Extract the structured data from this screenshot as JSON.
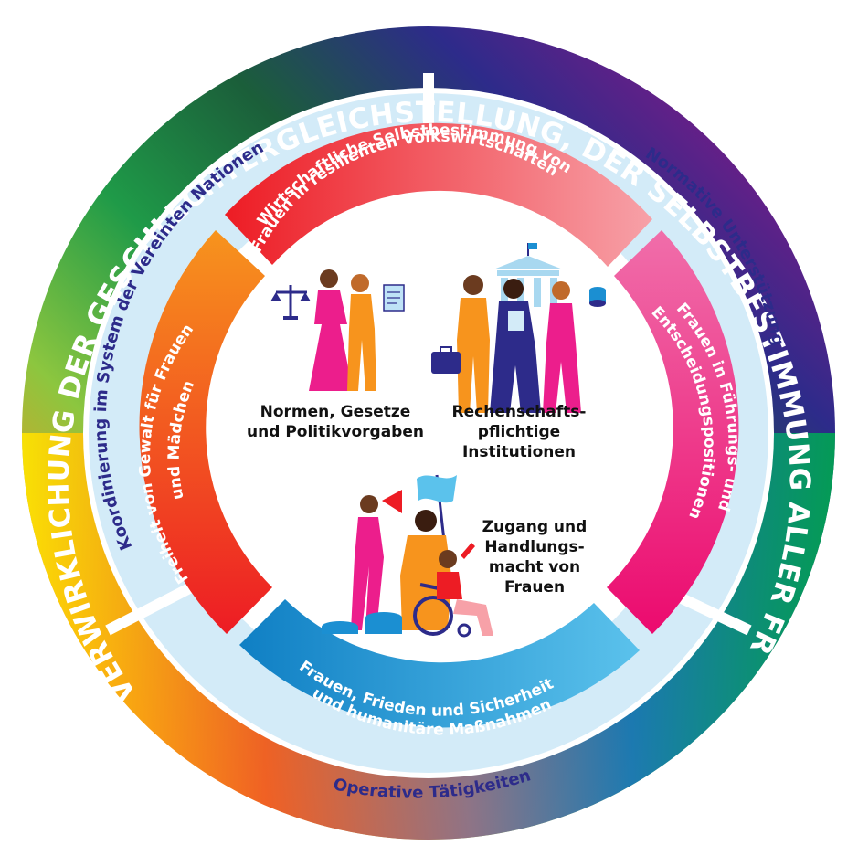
{
  "outer_ring": {
    "text": "VERWIRKLICHUNG DER GESCHLECHTERGLEICHSTELLUNG, DER SELBSTBESTIMMUNG ALLER FRAUEN UND MÄDCHEN UND DES VOLLEN GENUSSES IHRER MENSCHENRECHTE"
  },
  "middle_ring": {
    "left": "Koordinierung im System der Vereinten Nationen",
    "right": "Normative Unterstützung",
    "bottom": "Operative Tätigkeiten"
  },
  "inner_ring": {
    "top_line1": "Wirtschaftliche Selbstbestimmung von",
    "top_line2": "Frauen in resilienten Volkswirtschaften",
    "left_line1": "Freiheit von Gewalt für Frauen",
    "left_line2": "und Mädchen",
    "right_line1": "Frauen in Führungs- und",
    "right_line2": "Entscheidungspositionen",
    "bottom_line1": "Frauen, Frieden und Sicherheit",
    "bottom_line2": "und humanitäre Maßnahmen"
  },
  "center": {
    "norms": "Normen, Gesetze\nund Politikvorgaben",
    "institutions": "Rechenschafts-\npflichtige\nInstitutionen",
    "access": "Zugang und\nHandlungs-\nmacht von\nFrauen"
  },
  "colors": {
    "pink": "#ec1e8c",
    "orange": "#f7941d",
    "red": "#ed1c24",
    "blue": "#1b8fd2",
    "indigo": "#2d2b8a",
    "light_blue": "#d3ebf8"
  }
}
